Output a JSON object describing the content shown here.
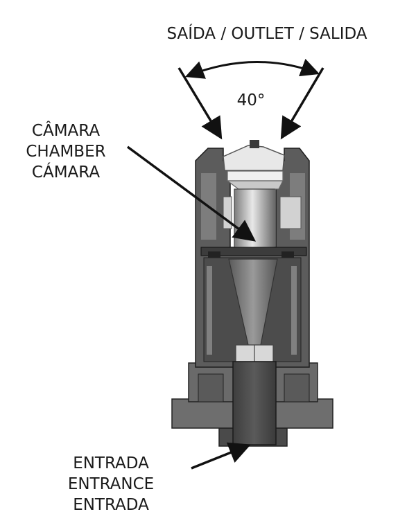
{
  "labels": {
    "outlet": "SAÍDA / OUTLET / SALIDA",
    "angle": "40°",
    "chamber": [
      "CÂMARA",
      "CHAMBER",
      "CÁMARA"
    ],
    "inlet": [
      "ENTRADA",
      "ENTRANCE",
      "ENTRADA"
    ]
  },
  "colors": {
    "body_dark": "#5a5a5a",
    "body_mid": "#7b7b7b",
    "body_light": "#a0a0a0",
    "cap_light": "#e6e6e6",
    "line": "#111111"
  }
}
